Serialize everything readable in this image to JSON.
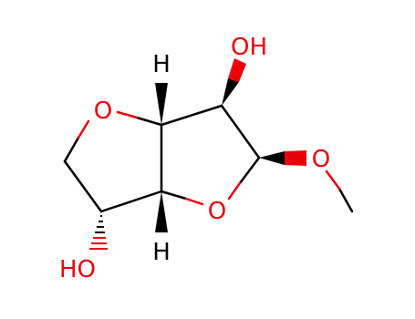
{
  "molecule": {
    "colors": {
      "bond": "#000000",
      "oxygen": "#e8000b"
    },
    "atoms": {
      "ring_o_left": "O",
      "ring_o_right": "O",
      "hydroxyl_top": "OH",
      "hydroxyl_bottom": "HO",
      "methoxy_o": "O",
      "h_top": "H",
      "h_bottom": "H"
    }
  }
}
